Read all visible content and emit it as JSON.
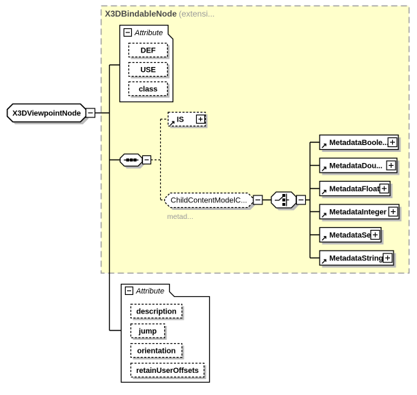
{
  "container": {
    "title": "X3DBindableNode",
    "title_suffix": "(extensi..."
  },
  "root": {
    "label": "X3DViewpointNode"
  },
  "top_attribute_group": {
    "label": "Attribute",
    "items": [
      "DEF",
      "USE",
      "class"
    ]
  },
  "is_element": {
    "label": "IS"
  },
  "child_content_group": {
    "label": "ChildContentModelC...",
    "annotation": "metad..."
  },
  "metadata_elements": [
    "MetadataBoole...",
    "MetadataDou...",
    "MetadataFloat",
    "MetadataInteger",
    "MetadataSet",
    "MetadataString"
  ],
  "bottom_attribute_group": {
    "label": "Attribute",
    "items": [
      "description",
      "jump",
      "orientation",
      "retainUserOffsets"
    ]
  },
  "icons": {
    "collapse_glyph": "−",
    "expand_glyph": "+",
    "reference_glyph": "↗"
  },
  "colors": {
    "container_fill": "#ffffcb",
    "container_border": "#9e9e9e",
    "shadow": "#bbbbbb",
    "title": "#4a4a4a",
    "muted": "#9a9a9a"
  }
}
